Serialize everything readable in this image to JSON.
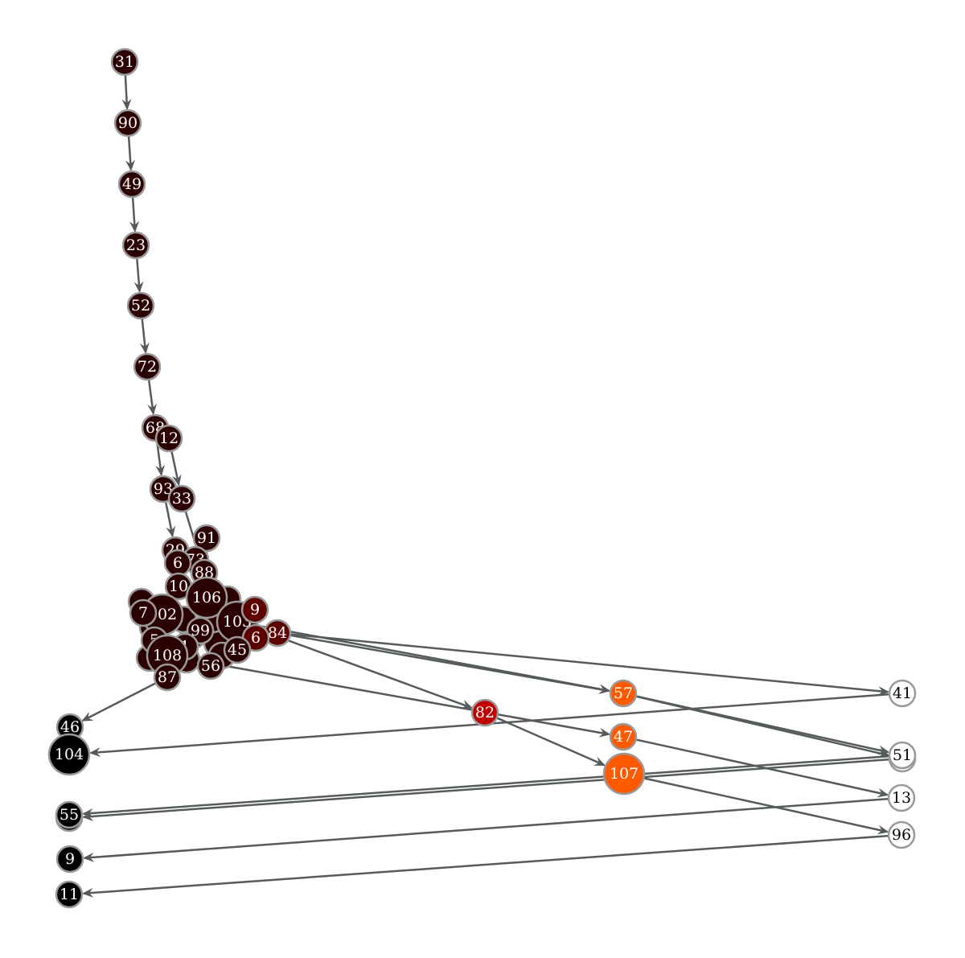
{
  "colors": {
    "node_dark": "#2a0000",
    "node_darkred": "#5c0000",
    "node_red": "#c00000",
    "node_orange": "#ff5a00",
    "node_white": "#ffffff",
    "node_black": "#000000",
    "edge": "#555b5b",
    "node_stroke": "#9a9a9a",
    "label_light": "#ffffff",
    "label_dark": "#000000"
  },
  "nodes": [
    {
      "id": "31",
      "label": "31",
      "color": "node_dark"
    },
    {
      "id": "90",
      "label": "90",
      "color": "node_dark"
    },
    {
      "id": "49",
      "label": "49",
      "color": "node_dark"
    },
    {
      "id": "23",
      "label": "23",
      "color": "node_dark"
    },
    {
      "id": "52",
      "label": "52",
      "color": "node_dark"
    },
    {
      "id": "72",
      "label": "72",
      "color": "node_dark"
    },
    {
      "id": "68",
      "label": "68",
      "color": "node_dark"
    },
    {
      "id": "12",
      "label": "12",
      "color": "node_dark"
    },
    {
      "id": "93",
      "label": "93",
      "color": "node_dark"
    },
    {
      "id": "33",
      "label": "33",
      "color": "node_dark"
    },
    {
      "id": "91",
      "label": "91",
      "color": "node_dark"
    },
    {
      "id": "29",
      "label": "29",
      "color": "node_dark"
    },
    {
      "id": "73",
      "label": "73",
      "color": "node_dark"
    },
    {
      "id": "6",
      "label": "6",
      "color": "node_dark"
    },
    {
      "id": "88",
      "label": "88",
      "color": "node_dark"
    },
    {
      "id": "10",
      "label": "10",
      "color": "node_dark"
    },
    {
      "id": "106",
      "label": "106",
      "color": "node_dark"
    },
    {
      "id": "102",
      "label": "102",
      "color": "node_dark"
    },
    {
      "id": "7",
      "label": "7",
      "color": "node_dark"
    },
    {
      "id": "99",
      "label": "99",
      "color": "node_dark"
    },
    {
      "id": "103",
      "label": "103",
      "color": "node_dark"
    },
    {
      "id": "9b",
      "label": "9",
      "color": "node_darkred"
    },
    {
      "id": "84",
      "label": "84",
      "color": "node_darkred"
    },
    {
      "id": "6b",
      "label": "6",
      "color": "node_darkred"
    },
    {
      "id": "45",
      "label": "45",
      "color": "node_dark"
    },
    {
      "id": "5",
      "label": "5",
      "color": "node_dark"
    },
    {
      "id": "1",
      "label": "1",
      "color": "node_dark"
    },
    {
      "id": "108",
      "label": "108",
      "color": "node_dark"
    },
    {
      "id": "56",
      "label": "56",
      "color": "node_dark"
    },
    {
      "id": "87",
      "label": "87",
      "color": "node_dark"
    },
    {
      "id": "82",
      "label": "82",
      "color": "node_red"
    },
    {
      "id": "57",
      "label": "57",
      "color": "node_orange"
    },
    {
      "id": "47",
      "label": "47",
      "color": "node_orange"
    },
    {
      "id": "107",
      "label": "107",
      "color": "node_orange"
    },
    {
      "id": "41",
      "label": "41",
      "color": "node_white"
    },
    {
      "id": "51",
      "label": "51",
      "color": "node_white"
    },
    {
      "id": "13",
      "label": "13",
      "color": "node_white"
    },
    {
      "id": "96",
      "label": "96",
      "color": "node_white"
    },
    {
      "id": "46",
      "label": "46",
      "color": "node_black"
    },
    {
      "id": "104",
      "label": "104",
      "color": "node_black"
    },
    {
      "id": "55",
      "label": "55",
      "color": "node_black"
    },
    {
      "id": "9",
      "label": "9",
      "color": "node_black"
    },
    {
      "id": "11",
      "label": "11",
      "color": "node_black"
    }
  ],
  "edges": [
    [
      "31",
      "90"
    ],
    [
      "90",
      "49"
    ],
    [
      "49",
      "23"
    ],
    [
      "23",
      "52"
    ],
    [
      "52",
      "72"
    ],
    [
      "72",
      "68"
    ],
    [
      "68",
      "93"
    ],
    [
      "12",
      "33"
    ],
    [
      "93",
      "29"
    ],
    [
      "33",
      "88"
    ],
    [
      "91",
      "106"
    ],
    [
      "87",
      "46"
    ],
    [
      "41",
      "104"
    ],
    [
      "84",
      "41"
    ],
    [
      "84",
      "57"
    ],
    [
      "103",
      "57"
    ],
    [
      "103",
      "82"
    ],
    [
      "108",
      "47"
    ],
    [
      "82",
      "107"
    ],
    [
      "57",
      "51"
    ],
    [
      "57",
      "51b"
    ],
    [
      "47",
      "13"
    ],
    [
      "107",
      "96"
    ],
    [
      "51",
      "55"
    ],
    [
      "51b",
      "55b"
    ],
    [
      "13",
      "9"
    ],
    [
      "96",
      "11"
    ]
  ]
}
